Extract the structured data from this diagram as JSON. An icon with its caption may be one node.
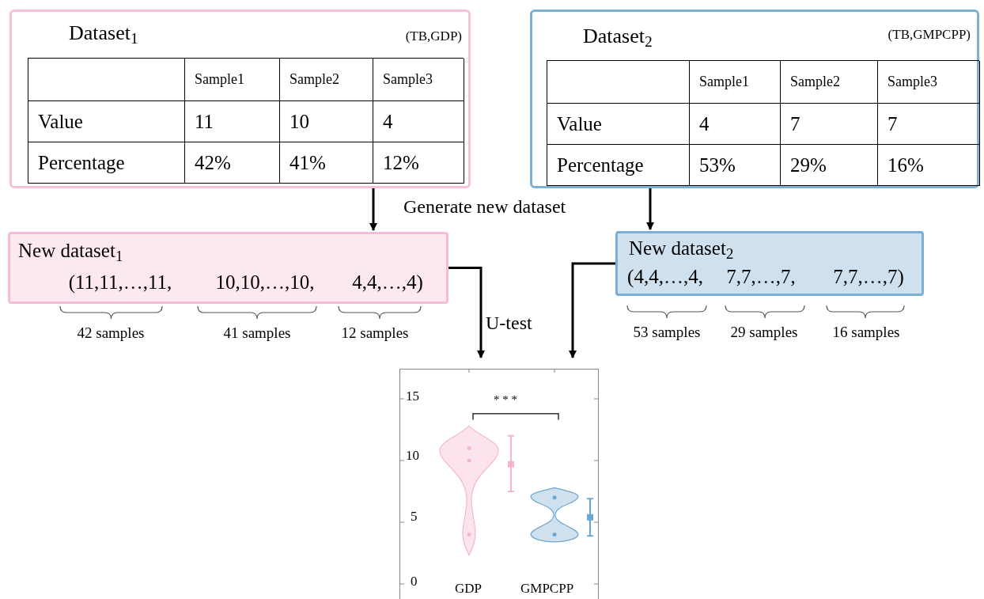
{
  "diagram": {
    "nodes": [
      {
        "text": [
          "Dataset$_{1}$",
          "(TB,GDP)",
          "Sample1",
          "Sample2",
          "Sample3",
          "Value",
          "11",
          "10",
          "4",
          "Percentage",
          "42%",
          "41%",
          "12%"
        ]
      },
      {
        "text": [
          "Dataset$_{2}$",
          "(TB,GMPCPP)",
          "Sample1",
          "Sample2",
          "Sample3",
          "Value",
          "4",
          "7",
          "7",
          "Percentage",
          "53%",
          "29%",
          "16%"
        ]
      },
      {
        "text": [
          "New dataset$_{1}$",
          "(11,11,…,11,",
          "10,10,…,10,",
          "4,4,…,4)"
        ],
        "beside": [
          "42 samples",
          "41 samples",
          "12 samples"
        ]
      },
      {
        "text": [
          "New dataset$_{2}$",
          "(4,4,…,4,",
          "7,7,…,7,",
          "7,7,…,7)"
        ],
        "beside": [
          "53 samples",
          "29 samples",
          "16 samples"
        ]
      },
      {
        "text": [],
        "shape": "picture"
      }
    ],
    "edges": [
      {
        "from": 0,
        "to": 2,
        "arrow": "to"
      },
      {
        "from": 1,
        "to": 3,
        "arrow": "to"
      },
      {
        "from": 2,
        "to": 4,
        "arrow": "to"
      },
      {
        "from": 3,
        "to": 4,
        "arrow": "to"
      }
    ],
    "labels": [
      "Generate new dataset",
      "U-test",
      "15",
      "10",
      "5",
      "0",
      "* * *",
      "GDP",
      "GMPCPP"
    ]
  }
}
